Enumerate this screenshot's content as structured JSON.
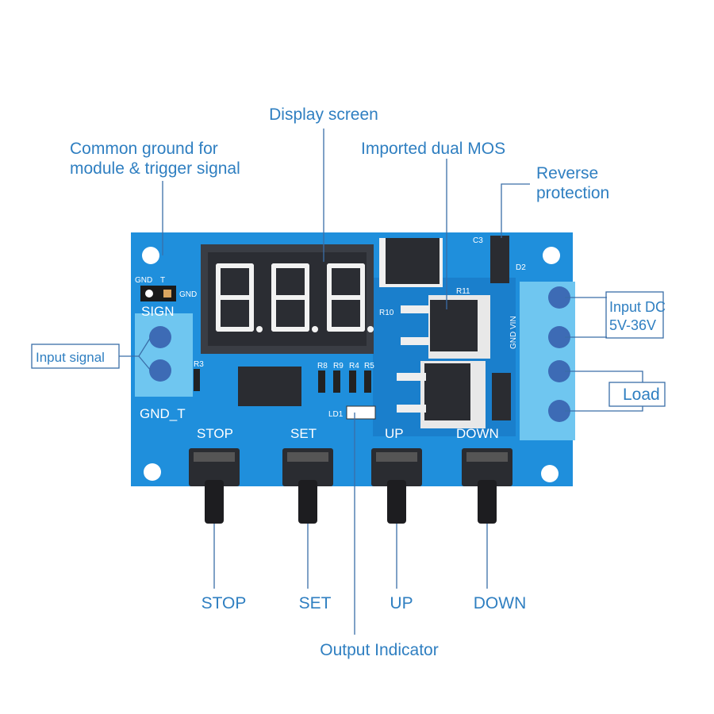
{
  "callouts": {
    "display_screen": "Display screen",
    "common_ground_line1": "Common ground for",
    "common_ground_line2": "module & trigger signal",
    "dual_mos": "Imported dual MOS",
    "reverse_line1": "Reverse",
    "reverse_line2": "protection",
    "input_dc_line1": "Input DC",
    "input_dc_line2": "5V-36V",
    "input_signal": "Input signal",
    "load": "Load",
    "stop": "STOP",
    "set": "SET",
    "up": "UP",
    "down": "DOWN",
    "output_indicator": "Output Indicator"
  },
  "board": {
    "gnd": "GND",
    "t": "T",
    "gnd2": "GND",
    "sign": "SIGN",
    "gnd_t": "GND_T",
    "stop": "STOP",
    "set": "SET",
    "up": "UP",
    "down": "DOWN",
    "gnd_vin": "GND VIN",
    "d2": "D2",
    "c3": "C3",
    "r3": "R3",
    "r8": "R8",
    "r9": "R9",
    "r4": "R4",
    "r5": "R5",
    "ld1": "LD1",
    "r10": "R10",
    "r11": "R11"
  },
  "colors": {
    "board": "#1f8fdc",
    "label": "#2f7fc1",
    "terminal": "#6fc6f0"
  }
}
